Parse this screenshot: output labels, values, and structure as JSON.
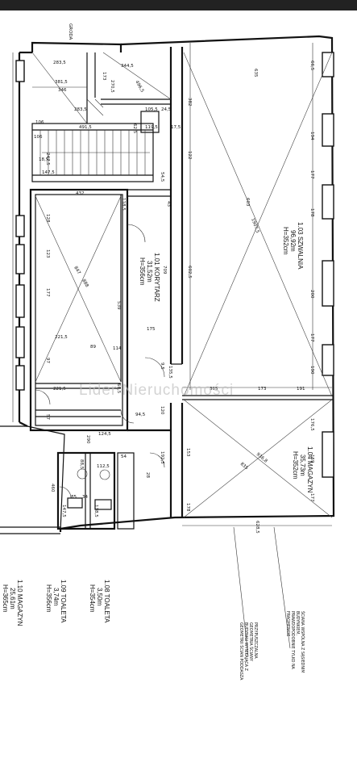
{
  "watermark": "Lider Nieruchomości",
  "corner_label": "GRODA",
  "rooms": [
    {
      "id": "1.01",
      "name": "KORYTARZ",
      "area": "31,52m",
      "height": "H=356cm"
    },
    {
      "id": "1.03",
      "name": "SZWALNIA",
      "area": "96,92m",
      "height": "H=352cm"
    },
    {
      "id": "1.04",
      "name": "MAGAZYN",
      "area": "35,73m",
      "height": "H=352cm"
    },
    {
      "id": "1.08",
      "name": "TOALETA",
      "area": "3,50m",
      "height": "H=354cm"
    },
    {
      "id": "1.09",
      "name": "TOALETA",
      "area": "3,74m",
      "height": "H=356cm"
    },
    {
      "id": "1.10",
      "name": "MAGAZYN",
      "area": "25,61m",
      "height": "H=365cm"
    }
  ],
  "notes": {
    "note_a": [
      "ŚCIANA WSPÓLNA Z SĄSIEDNIM",
      "BUDYNKIEM,",
      "PRAWDOPODOBNIE TYLKO NA",
      "FRAGMENCIE"
    ],
    "note_b": [
      "PRZYPUSZCZALNA",
      "GEOMETRIA ŚCIANY",
      "BUDYNKU WYNIKAJĄCA Z",
      "GEOMETRII ŚCIAN PODDASZA"
    ]
  },
  "dimensions": {
    "d01": "635",
    "d02": "66,5",
    "d03": "194",
    "d04": "177",
    "d05": "178",
    "d06": "200",
    "d07": "177",
    "d08": "190",
    "d09": "176,5",
    "d10": "159",
    "d11": "177",
    "d12": "628,5",
    "d13": "382",
    "d14": "603",
    "d15": "1907,5",
    "d16": "602,5",
    "d17": "305",
    "d18": "173",
    "d19": "191",
    "d20": "835",
    "d21": "936,8",
    "d22": "153",
    "d23": "178",
    "d24": "28",
    "d25": "344,5",
    "d26": "283,5",
    "d27": "381,5",
    "d28": "346",
    "d29": "173",
    "d30": "270,5",
    "d31": "496,5",
    "d32": "491,5",
    "d33": "105,5",
    "d34": "24,5",
    "d35": "119,5",
    "d36": "17,5",
    "d37": "247,5",
    "d38": "147,5",
    "d39": "106",
    "d40": "432",
    "d41": "118,5",
    "d42": "128",
    "d43": "123",
    "d44": "177",
    "d45": "709",
    "d46": "847",
    "d47": "888",
    "d48": "539",
    "d49": "221,5",
    "d50": "89",
    "d51": "114",
    "d52": "175",
    "d53": "97",
    "d54": "221,5",
    "d55": "57",
    "d56": "94,5",
    "d57": "290",
    "d58": "124,5",
    "d59": "54",
    "d60": "112,5",
    "d61": "88,5",
    "d62": "460",
    "d63": "147,5",
    "d64": "85",
    "d65": "118,5",
    "d66": "34",
    "d67": "68,5",
    "d68": "192,5",
    "d69": "9,5",
    "d70": "120",
    "d71": "106",
    "d72": "18,5",
    "d73": "43",
    "d74": "54,5",
    "d75": "122",
    "d76": "62,5",
    "d77": "135,5",
    "d78": "283,5"
  }
}
